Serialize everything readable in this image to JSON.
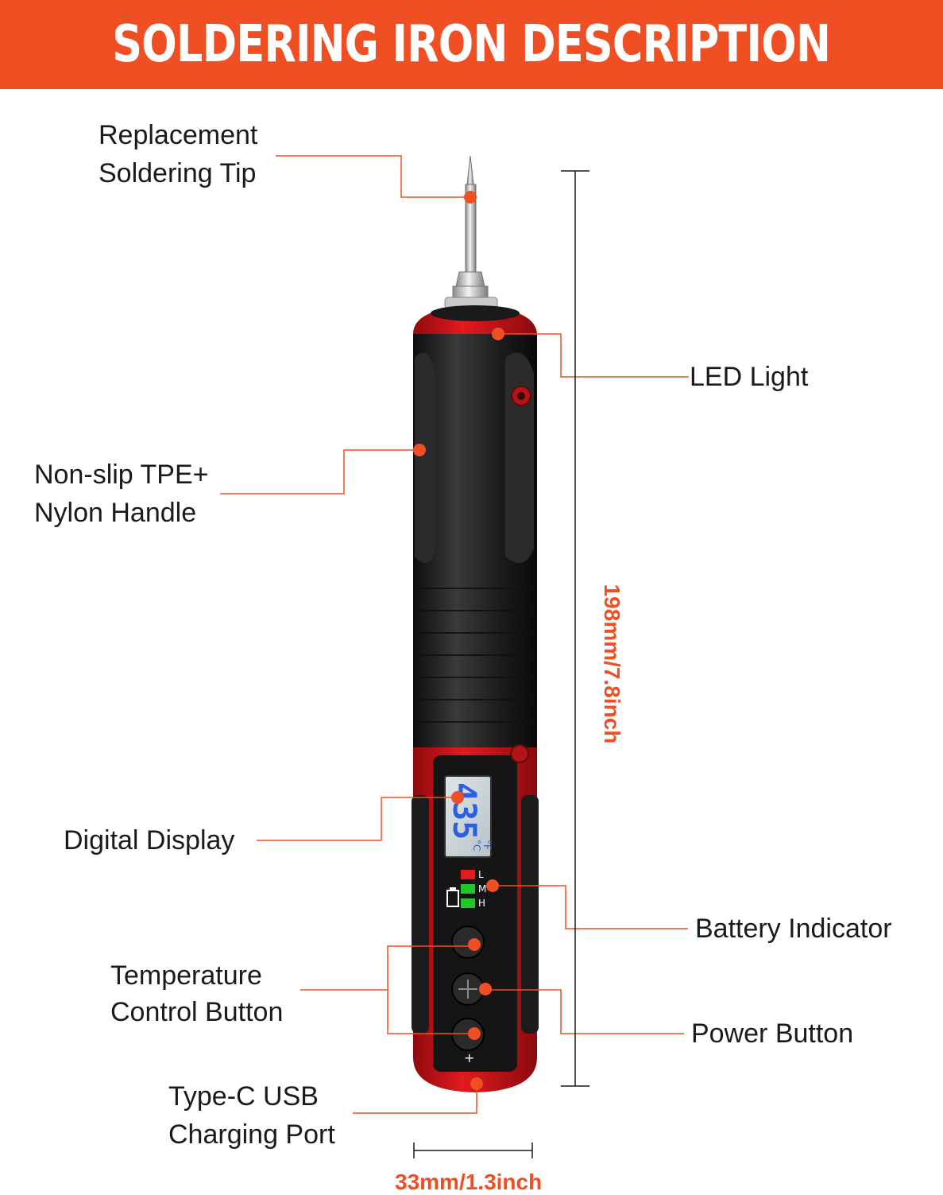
{
  "banner": {
    "title": "SOLDERING IRON DESCRIPTION",
    "color": "#f04e23"
  },
  "callouts": {
    "tip": {
      "line1": "Replacement",
      "line2": "Soldering Tip"
    },
    "handle": {
      "line1": "Non-slip TPE+",
      "line2": "Nylon Handle"
    },
    "display": {
      "line1": "Digital Display"
    },
    "temperature": {
      "line1": "Temperature",
      "line2": "Control Button"
    },
    "usb": {
      "line1": "Type-C USB",
      "line2": "Charging Port"
    },
    "led": {
      "line1": "LED Light"
    },
    "battery": {
      "line1": "Battery Indicator"
    },
    "power": {
      "line1": "Power Button"
    }
  },
  "dimensions": {
    "length": "198mm/7.8inch",
    "width": "33mm/1.3inch"
  },
  "display": {
    "value": "435",
    "unit_c": "°C",
    "unit_f": "°F"
  },
  "battery_levels": {
    "labels": [
      "L",
      "M",
      "H"
    ],
    "level_colors": [
      "#e31b1b",
      "#22c52a",
      "#22c52a"
    ]
  },
  "buttons": {
    "plus_symbol": "+"
  },
  "colors": {
    "accent": "#f04e23",
    "body_red": "#d7141a",
    "body_black": "#1e1e1e",
    "lcd_blue": "#2a5fe0"
  }
}
